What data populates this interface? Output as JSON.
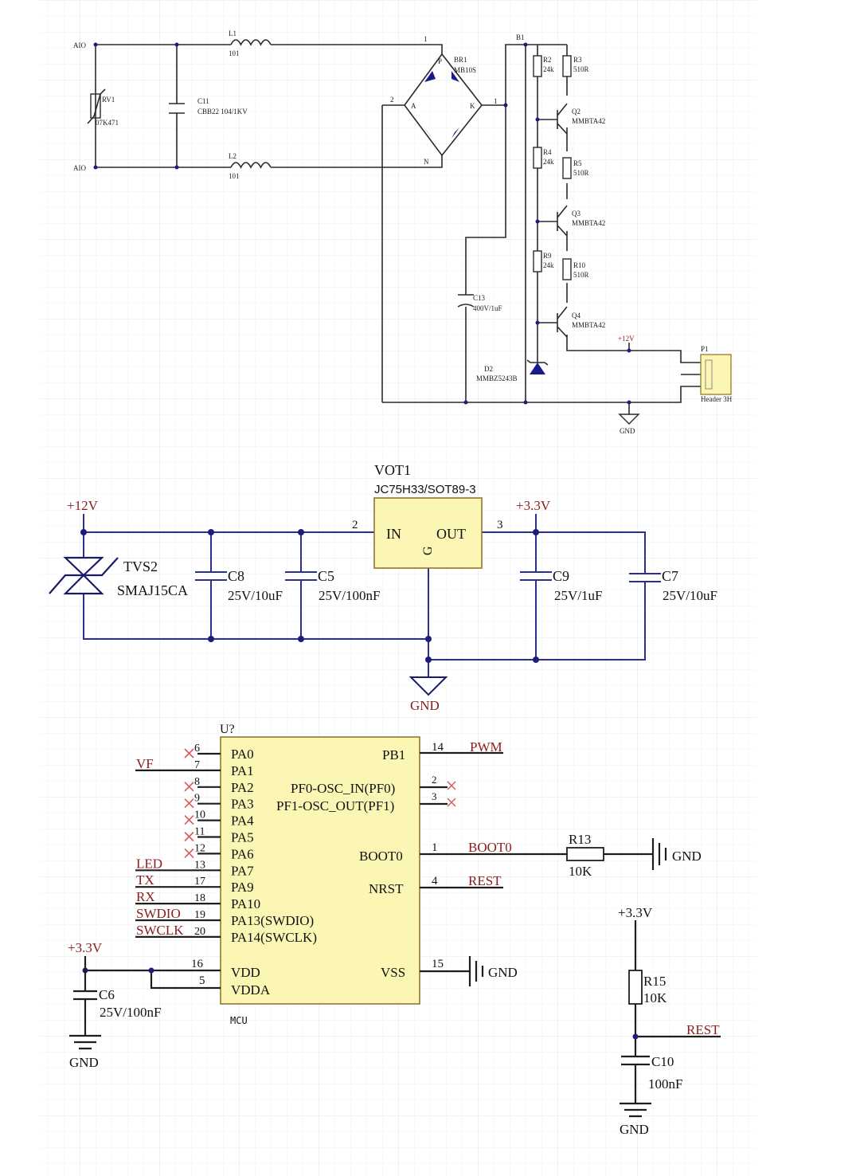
{
  "top": {
    "ac_in1": "AIO",
    "ac_in2": "AIO",
    "mov_ref": "RV1",
    "mov_val": "07K471",
    "c_x_ref": "C11",
    "c_x_val": "CBB22 104/1KV",
    "l1_ref": "L1",
    "l1_val": "101",
    "l2_ref": "L2",
    "l2_val": "101",
    "bridge_ref": "BR1",
    "bridge_val": "MB10S",
    "bridge_pin1": "1",
    "bridge_pin2": "2",
    "bridge_a": "A",
    "bridge_k": "K",
    "bridge_p": "P",
    "bridge_n": "N",
    "b1": "B1",
    "r2_ref": "R2",
    "r2_val": "24k",
    "r3_ref": "R3",
    "r3_val": "510R",
    "q2_ref": "Q2",
    "q2_val": "MMBTA42",
    "r4_ref": "R4",
    "r4_val": "24k",
    "r5_ref": "R5",
    "r5_val": "510R",
    "q3_ref": "Q3",
    "q3_val": "MMBTA42",
    "r9_ref": "R9",
    "r9_val": "24k",
    "r10_ref": "R10",
    "r10_val": "510R",
    "q4_ref": "Q4",
    "q4_val": "MMBTA42",
    "c13_ref": "C13",
    "c13_val": "400V/1uF",
    "d2_ref": "D2",
    "d2_val": "MMBZ5243B",
    "v12": "+12V",
    "p1_ref": "P1",
    "p1_val": "Header 3H",
    "gnd": "GND"
  },
  "middle": {
    "reg_ref": "VOT1",
    "reg_part": "JC75H33/SOT89-3",
    "reg_in": "IN",
    "reg_out": "OUT",
    "reg_g": "G",
    "pin_in": "2",
    "pin_out": "3",
    "v12": "+12V",
    "v33": "+3.3V",
    "tvs_ref": "TVS2",
    "tvs_val": "SMAJ15CA",
    "c8_ref": "C8",
    "c8_val": "25V/10uF",
    "c5_ref": "C5",
    "c5_val": "25V/100nF",
    "c9_ref": "C9",
    "c9_val": "25V/1uF",
    "c7_ref": "C7",
    "c7_val": "25V/10uF",
    "gnd": "GND"
  },
  "mcu": {
    "ref": "U?",
    "comment": "MCU",
    "left_pins": [
      {
        "name": "PA0",
        "num": "6",
        "net": ""
      },
      {
        "name": "PA1",
        "num": "7",
        "net": "VF"
      },
      {
        "name": "PA2",
        "num": "8",
        "net": ""
      },
      {
        "name": "PA3",
        "num": "9",
        "net": ""
      },
      {
        "name": "PA4",
        "num": "10",
        "net": ""
      },
      {
        "name": "PA5",
        "num": "11",
        "net": ""
      },
      {
        "name": "PA6",
        "num": "12",
        "net": ""
      },
      {
        "name": "PA7",
        "num": "13",
        "net": "LED"
      },
      {
        "name": "PA9",
        "num": "17",
        "net": "TX"
      },
      {
        "name": "PA10",
        "num": "18",
        "net": "RX"
      },
      {
        "name": "PA13(SWDIO)",
        "num": "19",
        "net": "SWDIO"
      },
      {
        "name": "PA14(SWCLK)",
        "num": "20",
        "net": "SWCLK"
      }
    ],
    "pb1": "PB1",
    "pb1_num": "14",
    "pwm": "PWM",
    "pf0": "PF0-OSC_IN(PF0)",
    "pf0_num": "2",
    "pf1": "PF1-OSC_OUT(PF1)",
    "pf1_num": "3",
    "boot0": "BOOT0",
    "boot0_num": "1",
    "boot0_net": "BOOT0",
    "nrst": "NRST",
    "nrst_num": "4",
    "nrst_net": "REST",
    "vdd": "VDD",
    "vdd_num": "16",
    "vdda": "VDDA",
    "vdda_num": "5",
    "vss": "VSS",
    "vss_num": "15",
    "r13_ref": "R13",
    "r13_val": "10K",
    "r15_ref": "R15",
    "r15_val": "10K",
    "c6_ref": "C6",
    "c6_val": "25V/100nF",
    "c10_ref": "C10",
    "c10_val": "100nF",
    "rest": "REST",
    "v33": "+3.3V",
    "gnd": "GND"
  }
}
